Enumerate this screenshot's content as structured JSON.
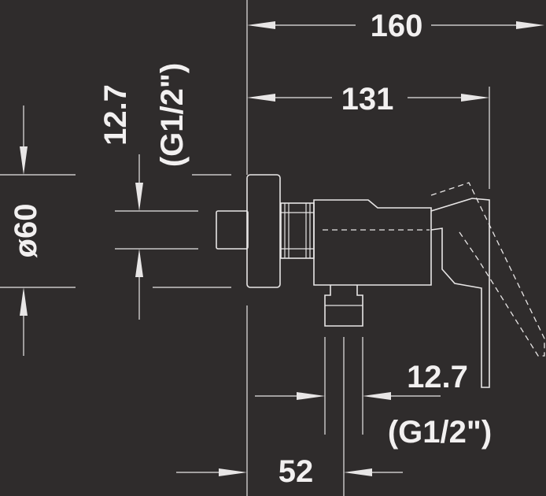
{
  "dimensions": {
    "overall_width": "160",
    "body_width": "131",
    "inlet_thread_size": "12.7",
    "inlet_thread_spec": "(G1/2\")",
    "outlet_thread_size": "12.7",
    "outlet_thread_spec": "(G1/2\")",
    "rosette_diameter": "ø60",
    "outlet_offset": "52"
  },
  "colors": {
    "background": "#2f2c2c",
    "lines": "#e8e6e6"
  }
}
